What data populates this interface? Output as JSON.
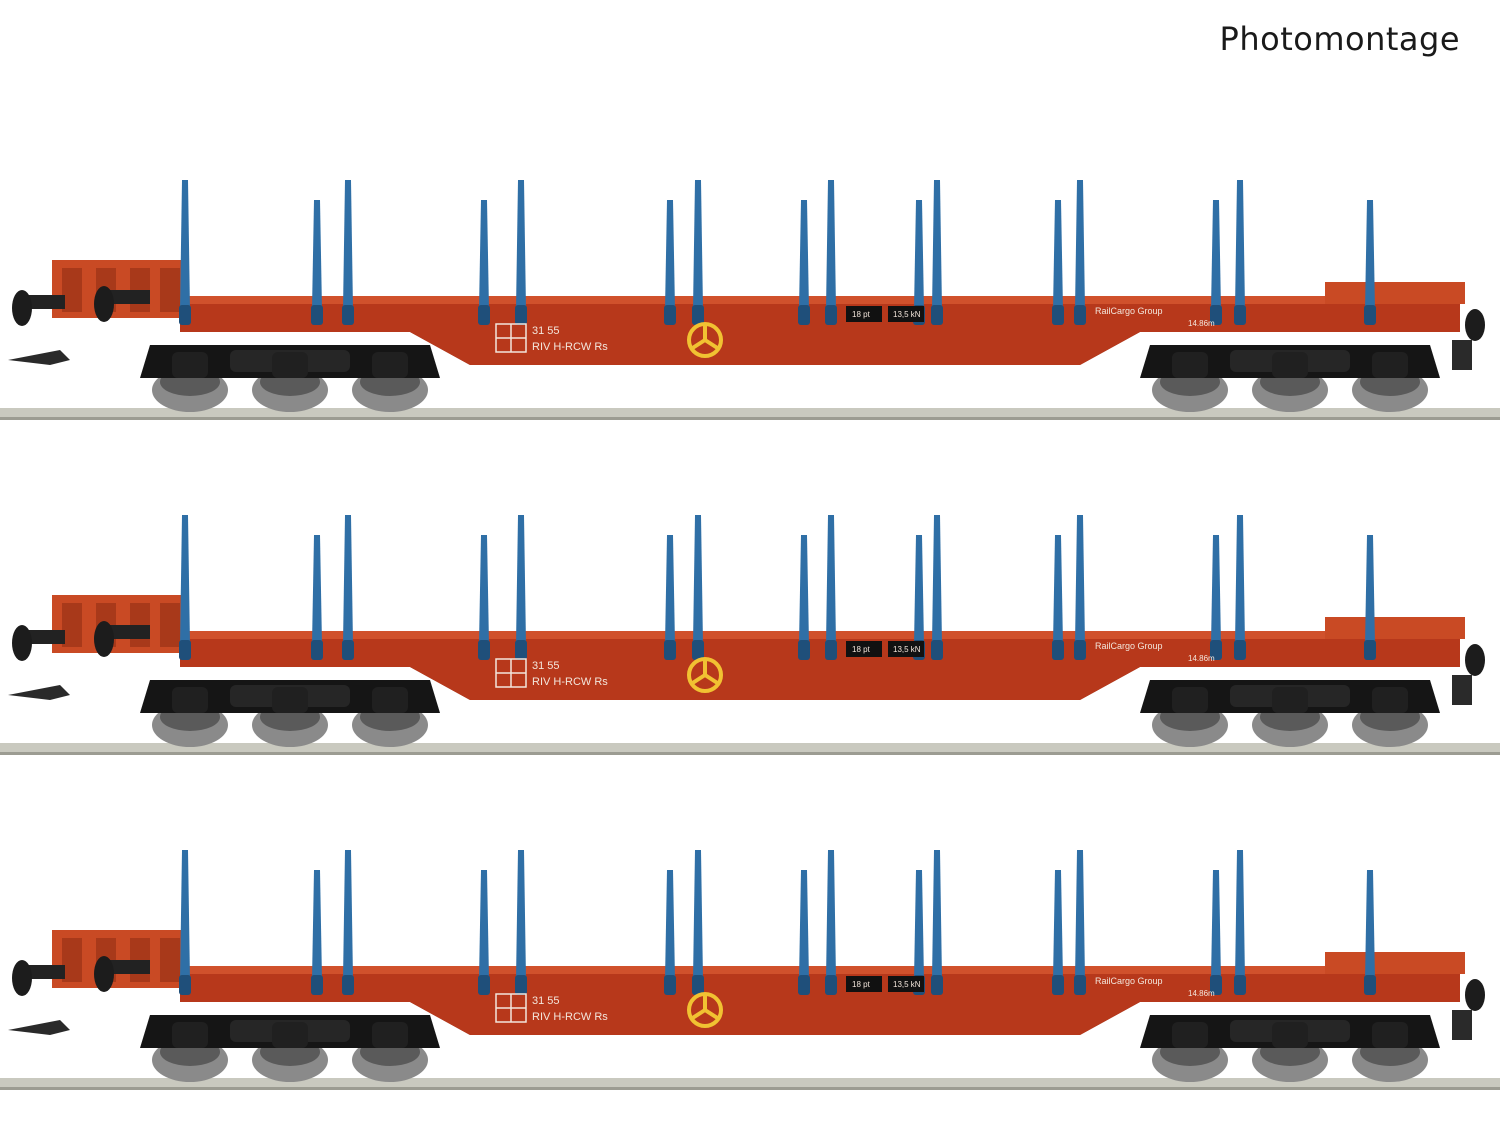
{
  "caption": "Photomontage",
  "colors": {
    "body": "#b7381b",
    "body_dark": "#8e2a12",
    "body_light": "#d0512c",
    "stake": "#2f6fa6",
    "stake_dark": "#1f4f7a",
    "bogie": "#151515",
    "wheel": "#8a8a8a",
    "rail": "#c9c9bf",
    "handwheel": "#f1c232"
  },
  "wagons": [
    {
      "number_line_1": "31 55",
      "number_line_2": "RIV H-RCW Rs",
      "operator": "RailCargo Group",
      "weight_label": "18 pt",
      "brake_label": "13,5 kN",
      "length_label": "14.86m"
    },
    {
      "number_line_1": "31 55",
      "number_line_2": "RIV H-RCW Rs",
      "operator": "RailCargo Group",
      "weight_label": "18 pt",
      "brake_label": "13,5 kN",
      "length_label": "14.86m"
    },
    {
      "number_line_1": "31 55",
      "number_line_2": "RIV H-RCW Rs",
      "operator": "RailCargo Group",
      "weight_label": "18 pt",
      "brake_label": "13,5 kN",
      "length_label": "14.86m"
    }
  ]
}
